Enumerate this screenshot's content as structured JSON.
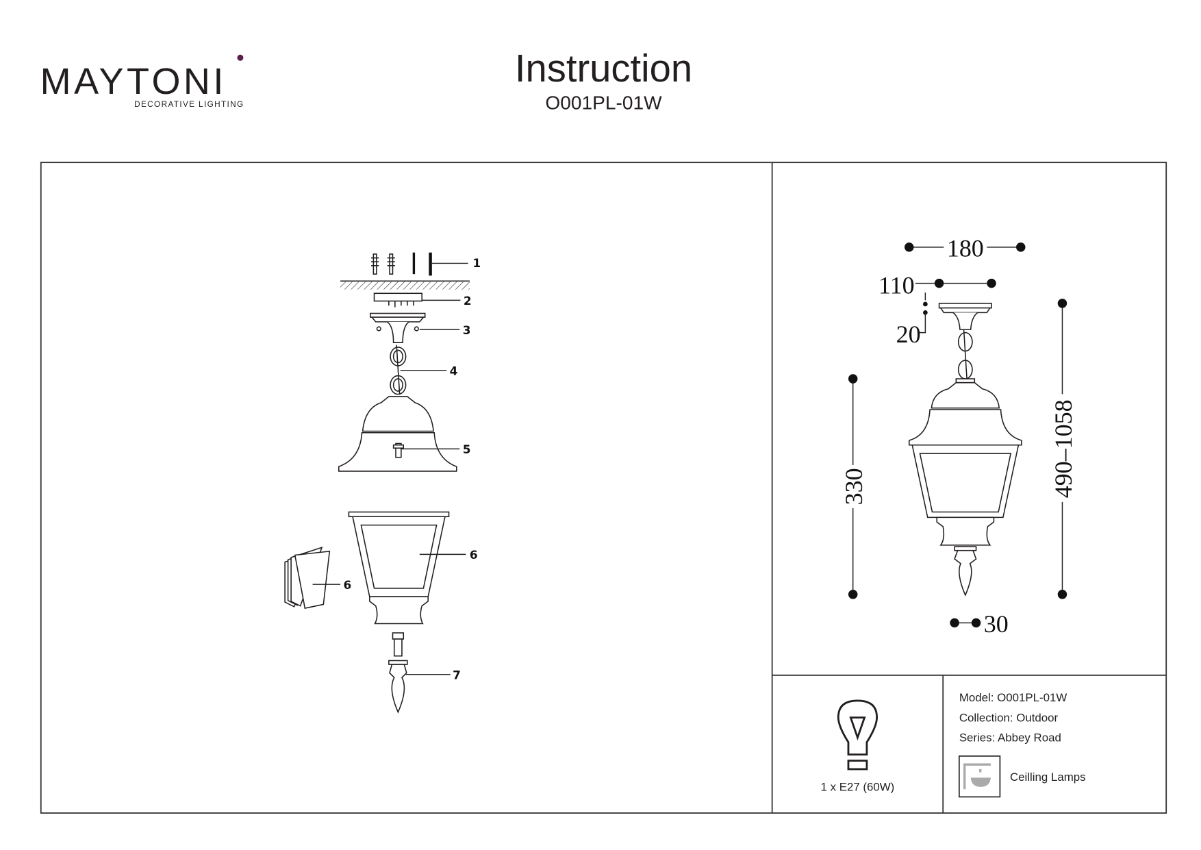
{
  "brand": {
    "name": "MAYTONI",
    "tagline": "DECORATIVE LIGHTING",
    "accent_color": "#5a1e4f"
  },
  "header": {
    "title": "Instruction",
    "model": "O001PL-01W"
  },
  "assembly": {
    "part_labels": [
      "1",
      "2",
      "3",
      "4",
      "5",
      "6",
      "6",
      "7"
    ]
  },
  "dimensions": {
    "width": "180",
    "canopy": "110",
    "canopy_height": "20",
    "body_height": "330",
    "total_height": "490–1058",
    "finial": "30"
  },
  "bulb": {
    "icon": "light-bulb-icon",
    "spec": "1 x E27 (60W)"
  },
  "info": {
    "model": "Model: O001PL-01W",
    "collection": "Collection: Outdoor",
    "series": "Series: Abbey Road",
    "category_icon": "ceiling-lamp-icon",
    "category": "Ceilling Lamps"
  }
}
